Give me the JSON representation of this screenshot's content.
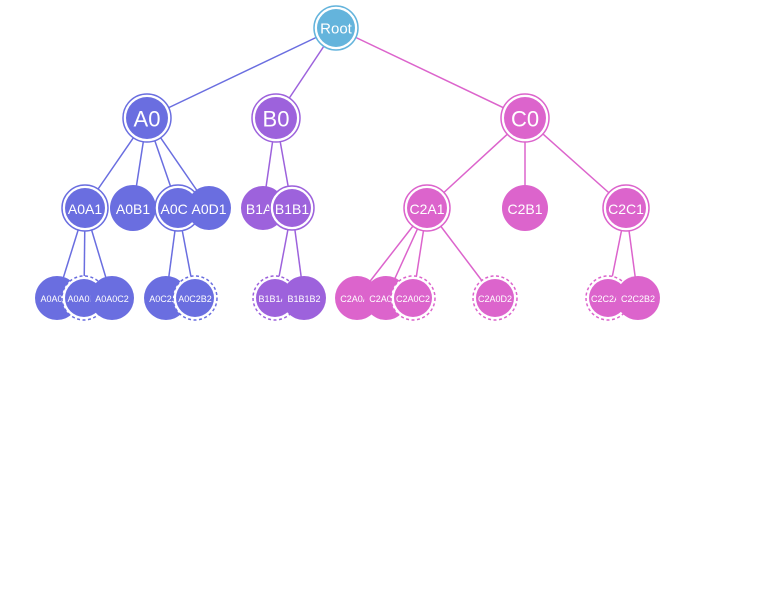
{
  "colors": {
    "root": "#64b4dc",
    "A": "#6a6ee0",
    "B": "#9d62dc",
    "C": "#dc64cc"
  },
  "nodes": {
    "Root": {
      "label": "Root",
      "group": "root",
      "ring": "double"
    },
    "A0": {
      "label": "A0",
      "group": "A",
      "ring": "double"
    },
    "B0": {
      "label": "B0",
      "group": "B",
      "ring": "double"
    },
    "C0": {
      "label": "C0",
      "group": "C",
      "ring": "double"
    },
    "A0A1": {
      "label": "A0A1",
      "group": "A",
      "ring": "double"
    },
    "A0B1": {
      "label": "A0B1",
      "group": "A",
      "ring": "none"
    },
    "A0C1": {
      "label": "A0C1",
      "group": "A",
      "ring": "double"
    },
    "A0D1": {
      "label": "A0D1",
      "group": "A",
      "ring": "none"
    },
    "B1A1": {
      "label": "B1A1",
      "group": "B",
      "ring": "none"
    },
    "B1B1": {
      "label": "B1B1",
      "group": "B",
      "ring": "double"
    },
    "C2A1": {
      "label": "C2A1",
      "group": "C",
      "ring": "double"
    },
    "C2B1": {
      "label": "C2B1",
      "group": "C",
      "ring": "none"
    },
    "C2C1": {
      "label": "C2C1",
      "group": "C",
      "ring": "double"
    },
    "A0A0A0": {
      "label": "A0A0A0",
      "group": "A",
      "ring": "none"
    },
    "A0A0B2": {
      "label": "A0A0B2",
      "group": "A",
      "ring": "dashed"
    },
    "A0A0C2": {
      "label": "A0A0C2",
      "group": "A",
      "ring": "none"
    },
    "A0C2A2": {
      "label": "A0C2A2",
      "group": "A",
      "ring": "none"
    },
    "A0C2B2": {
      "label": "A0C2B2",
      "group": "A",
      "ring": "dashed"
    },
    "B1B1A2": {
      "label": "B1B1A2",
      "group": "B",
      "ring": "dashed"
    },
    "B1B1B2": {
      "label": "B1B1B2",
      "group": "B",
      "ring": "none"
    },
    "C2A0A2": {
      "label": "C2A0A2",
      "group": "C",
      "ring": "none"
    },
    "C2A0B2": {
      "label": "C2A0B2",
      "group": "C",
      "ring": "none"
    },
    "C2A0C2": {
      "label": "C2A0C2",
      "group": "C",
      "ring": "dashed"
    },
    "C2A0D2": {
      "label": "C2A0D2",
      "group": "C",
      "ring": "dashed"
    },
    "C2C2A2": {
      "label": "C2C2A2",
      "group": "C",
      "ring": "dashed"
    },
    "C2C2B2": {
      "label": "C2C2B2",
      "group": "C",
      "ring": "none"
    }
  },
  "edges": [
    [
      "Root",
      "A0"
    ],
    [
      "Root",
      "B0"
    ],
    [
      "Root",
      "C0"
    ],
    [
      "A0",
      "A0A1"
    ],
    [
      "A0",
      "A0B1"
    ],
    [
      "A0",
      "A0C1"
    ],
    [
      "A0",
      "A0D1"
    ],
    [
      "B0",
      "B1A1"
    ],
    [
      "B0",
      "B1B1"
    ],
    [
      "C0",
      "C2A1"
    ],
    [
      "C0",
      "C2B1"
    ],
    [
      "C0",
      "C2C1"
    ],
    [
      "A0A1",
      "A0A0A0"
    ],
    [
      "A0A1",
      "A0A0B2"
    ],
    [
      "A0A1",
      "A0A0C2"
    ],
    [
      "A0C1",
      "A0C2A2"
    ],
    [
      "A0C1",
      "A0C2B2"
    ],
    [
      "B1B1",
      "B1B1A2"
    ],
    [
      "B1B1",
      "B1B1B2"
    ],
    [
      "C2A1",
      "C2A0A2"
    ],
    [
      "C2A1",
      "C2A0B2"
    ],
    [
      "C2A1",
      "C2A0C2"
    ],
    [
      "C2A1",
      "C2A0D2"
    ],
    [
      "C2C1",
      "C2C2A2"
    ],
    [
      "C2C1",
      "C2C2B2"
    ]
  ]
}
